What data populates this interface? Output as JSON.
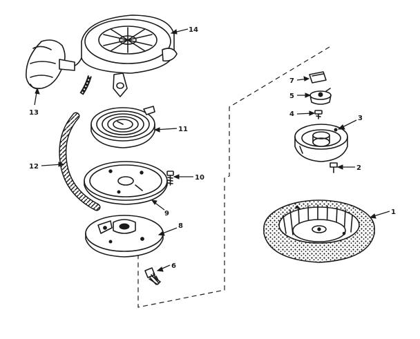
{
  "parts": [
    {
      "id": "1",
      "label": "1"
    },
    {
      "id": "2",
      "label": "2"
    },
    {
      "id": "3",
      "label": "3"
    },
    {
      "id": "4",
      "label": "4"
    },
    {
      "id": "5",
      "label": "5"
    },
    {
      "id": "6",
      "label": "6"
    },
    {
      "id": "7",
      "label": "7"
    },
    {
      "id": "8",
      "label": "8"
    },
    {
      "id": "9",
      "label": "9"
    },
    {
      "id": "10",
      "label": "10"
    },
    {
      "id": "11",
      "label": "11"
    },
    {
      "id": "12",
      "label": "12"
    },
    {
      "id": "13",
      "label": "13"
    },
    {
      "id": "14",
      "label": "14"
    }
  ],
  "colors": {
    "ink": "#1a1a1a",
    "background": "#ffffff"
  }
}
